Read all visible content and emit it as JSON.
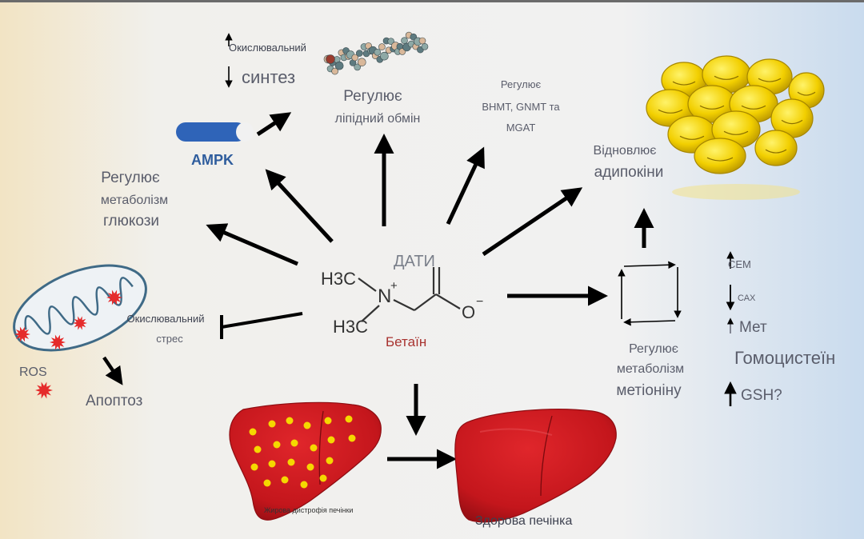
{
  "colors": {
    "arrow": "#000000",
    "label": "#5a5d6b",
    "center_label": "#a8322f",
    "ampk": "#2f64b8",
    "liver": "#c4161c",
    "fat_dot": "#f5d800",
    "fat_cell": "#e6c200",
    "ros": "#e52b2b",
    "mito_outline": "#3f6a86",
    "gradient_left": "#f2e4c4",
    "gradient_center": "#f1f1f1",
    "gradient_right": "#c9dbee"
  },
  "icons": {
    "mitochondrion": "mitochondrion-icon",
    "lipid": "lipid-molecule-icon",
    "fat_cells": "adipocyte-cluster-icon",
    "liver": "liver-icon",
    "ampk": "ampk-protein-icon",
    "ros": "ros-burst-icon",
    "cycle": "methionine-cycle-icon"
  },
  "center": {
    "molecule_h3c_top": "H3C",
    "molecule_h3c_bottom": "H3C",
    "molecule_n": "N",
    "molecule_plus": "+",
    "molecule_o": "O",
    "molecule_minus": "−",
    "overlay_label": "ДАТИ",
    "name": "Бетаїн"
  },
  "top_left": {
    "ox_label": "Окислювальний",
    "synthesis": "синтез"
  },
  "ampk": {
    "label": "AMPK"
  },
  "lipid": {
    "line1": "Регулює",
    "line2": "ліпідний обмін"
  },
  "enzymes": {
    "line1": "Регулює",
    "line2": "BHMT, GNMT та",
    "line3": "MGAT"
  },
  "adipokines": {
    "line1": "Відновлює",
    "line2": "адипокіни"
  },
  "glucose": {
    "line1": "Регулює",
    "line2": "метаболізм",
    "line3": "глюкози"
  },
  "stress": {
    "line1": "Окислювальний",
    "line2": "стрес"
  },
  "mito": {
    "ros": "ROS",
    "apoptosis": "Апоптоз"
  },
  "methionine": {
    "line1": "Регулює",
    "line2": "метаболізм",
    "line3": "метіоніну"
  },
  "markers": {
    "sem": "СЕМ",
    "sah": "САХ",
    "met": "Мет",
    "homocysteine": "Гомоцистеїн",
    "gsh": "GSH?"
  },
  "liver": {
    "fatty_label": "Жирова дистрофія печінки",
    "healthy_label": "Здорова печінка"
  }
}
